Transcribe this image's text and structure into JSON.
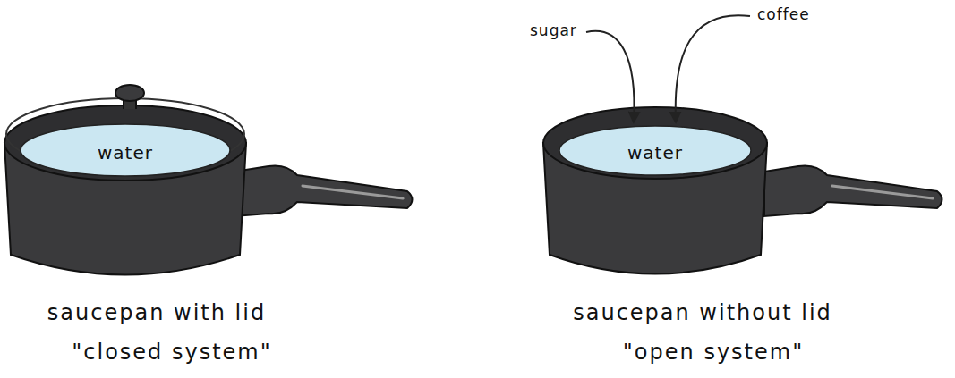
{
  "diagram": {
    "nodes": [
      {
        "text": [
          "water"
        ]
      },
      {
        "text": [
          "water"
        ]
      }
    ],
    "labels": [
      "saucepan with lid",
      "\"closed system\"",
      "sugar",
      "coffee",
      "saucepan without lid",
      "\"open system\""
    ]
  }
}
